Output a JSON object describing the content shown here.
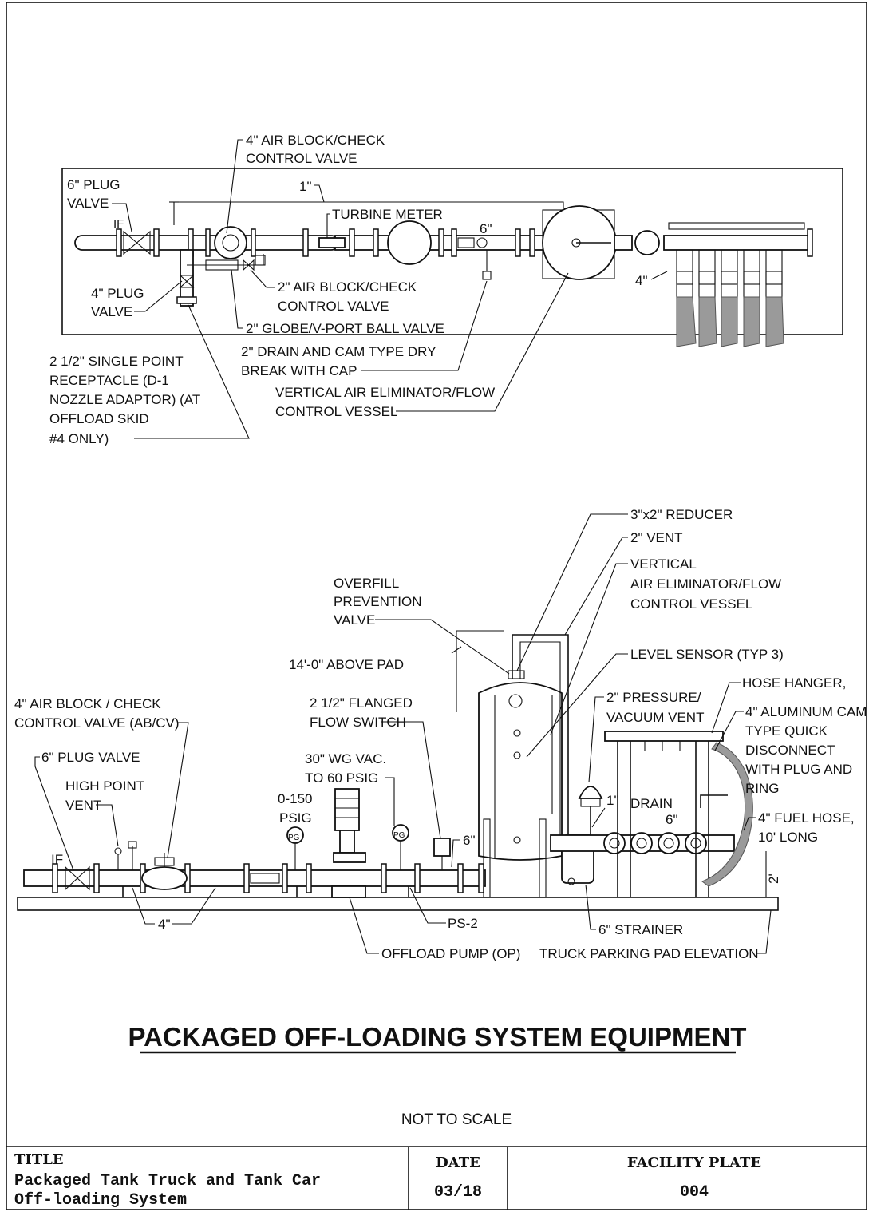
{
  "plan_labels": {
    "air_block_check_4": [
      "4\" AIR BLOCK/CHECK",
      "CONTROL VALVE"
    ],
    "plug_valve_6": [
      "6\" PLUG",
      "VALVE"
    ],
    "if_left": "IF",
    "one_inch": "1\"",
    "turbine_meter": "TURBINE METER",
    "six_inch": "6\"",
    "plug_valve_4": [
      "4\" PLUG",
      "VALVE"
    ],
    "air_block_check_2": [
      "2\" AIR BLOCK/CHECK",
      "CONTROL VALVE"
    ],
    "globe_valve": "2\" GLOBE/V-PORT BALL VALVE",
    "drain_cam": [
      "2\" DRAIN AND CAM TYPE DRY",
      "BREAK WITH CAP"
    ],
    "vertical_air_eliminator": [
      "VERTICAL AIR ELIMINATOR/FLOW",
      "CONTROL VESSEL"
    ],
    "single_point": [
      "2 1/2\" SINGLE POINT",
      "RECEPTACLE (D-1",
      "NOZZLE ADAPTOR) (AT",
      "OFFLOAD SKID",
      "#4 ONLY)"
    ],
    "four_inch": "4\""
  },
  "elevation_labels": {
    "reducer": "3\"x2\" REDUCER",
    "vent_2": "2\" VENT",
    "vertical_vessel": [
      "VERTICAL",
      "AIR ELIMINATOR/FLOW",
      "CONTROL VESSEL"
    ],
    "overfill": [
      "OVERFILL",
      "PREVENTION",
      "VALVE"
    ],
    "above_pad": "14'-0\" ABOVE PAD",
    "level_sensor": "LEVEL SENSOR (TYP 3)",
    "hose_hanger": "HOSE HANGER,",
    "aluminum_cam": [
      "4\" ALUMINUM CAM",
      "TYPE QUICK",
      "DISCONNECT",
      "WITH PLUG AND",
      "RING"
    ],
    "pressure_vent": [
      "2\" PRESSURE/",
      "VACUUM VENT"
    ],
    "air_block_abcv": [
      "4\" AIR BLOCK / CHECK",
      "CONTROL VALVE (AB/CV)"
    ],
    "flanged_flow_switch": [
      "2 1/2\" FLANGED",
      "FLOW SWITCH"
    ],
    "plug_valve_6": "6\" PLUG VALVE",
    "wg_vac": [
      "30\" WG VAC.",
      "TO 60 PSIG"
    ],
    "high_point_vent": [
      "HIGH POINT",
      "VENT"
    ],
    "psig_0_150": [
      "0-150",
      "PSIG"
    ],
    "pg": "PG",
    "one_inch": "1\"",
    "drain": "DRAIN",
    "six_inch": "6\"",
    "fuel_hose": [
      "4\" FUEL HOSE,",
      "10' LONG"
    ],
    "two_ft": "2'",
    "if_left": "IF",
    "four_inch": "4\"",
    "ps2": "PS-2",
    "strainer": "6\" STRAINER",
    "offload_pump": "OFFLOAD PUMP (OP)",
    "truck_pad": "TRUCK PARKING PAD ELEVATION"
  },
  "drawing_title": "PACKAGED OFF-LOADING SYSTEM EQUIPMENT",
  "scale_note": "NOT TO SCALE",
  "title_block": {
    "title_label": "TITLE",
    "title_value": [
      "Packaged Tank Truck and Tank Car",
      "Off-loading System"
    ],
    "date_label": "DATE",
    "date_value": "03/18",
    "plate_label": "FACILITY PLATE",
    "plate_value": "004"
  }
}
